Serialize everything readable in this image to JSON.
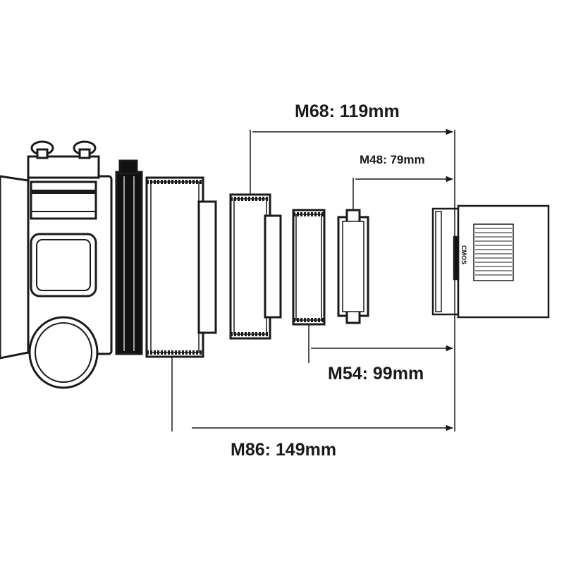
{
  "labels": {
    "m68": "M68: 119mm",
    "m48": "M48: 79mm",
    "m54": "M54: 99mm",
    "m86": "M86: 149mm",
    "camera_sensor": "CMOS"
  },
  "colors": {
    "stroke": "#1a1a1a",
    "fill_dark": "#111111",
    "fill_light": "#ffffff"
  }
}
